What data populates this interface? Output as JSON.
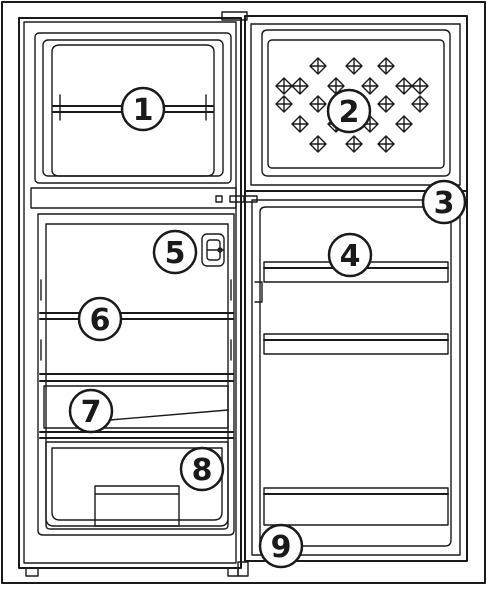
{
  "callouts": [
    {
      "number": "1",
      "part": "freezer-shelf"
    },
    {
      "number": "2",
      "part": "freezer-door"
    },
    {
      "number": "3",
      "part": "door-hinge"
    },
    {
      "number": "4",
      "part": "door-rack"
    },
    {
      "number": "5",
      "part": "thermostat-light"
    },
    {
      "number": "6",
      "part": "fridge-shelf"
    },
    {
      "number": "7",
      "part": "crisper-cover"
    },
    {
      "number": "8",
      "part": "crisper-drawer"
    },
    {
      "number": "9",
      "part": "leveling-foot"
    }
  ],
  "colors": {
    "line": "#1a1a1a",
    "background": "#ffffff"
  }
}
